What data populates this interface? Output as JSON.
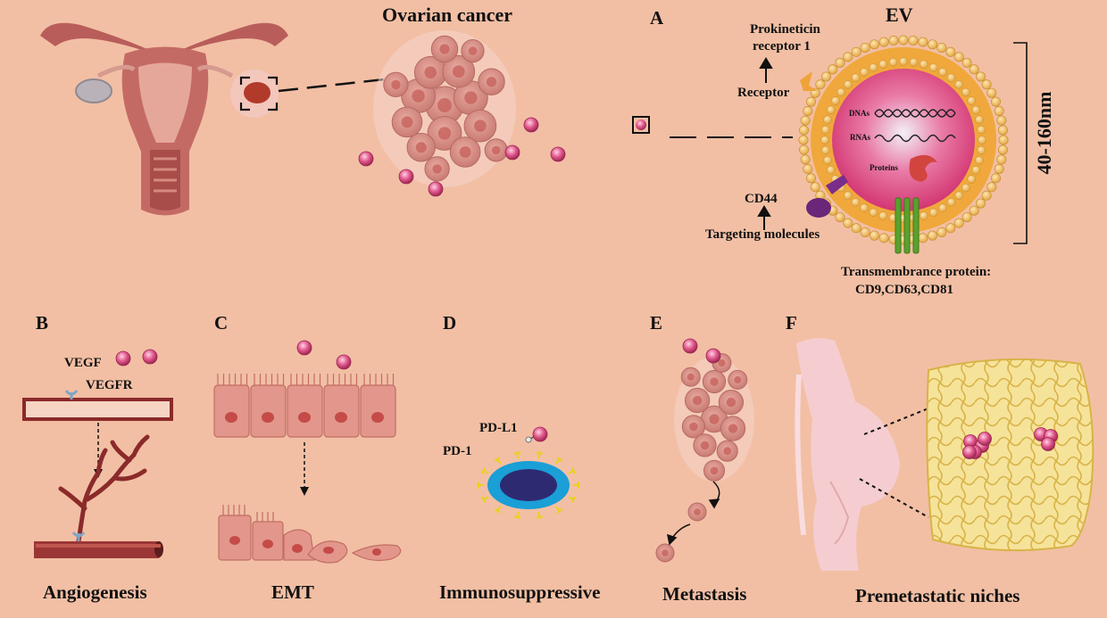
{
  "titles": {
    "ovarian_cancer": "Ovarian cancer",
    "ev": "EV"
  },
  "panels": {
    "a": "A",
    "b": "B",
    "c": "C",
    "d": "D",
    "e": "E",
    "f": "F"
  },
  "ev_diagram": {
    "receptor_name": "Prokineticin receptor 1",
    "receptor_name_line1": "Prokineticin",
    "receptor_name_line2": "receptor 1",
    "receptor": "Receptor",
    "targeting_name": "CD44",
    "targeting": "Targeting molecules",
    "dnas": "DNAs",
    "rnas": "RNAs",
    "proteins": "Proteins",
    "size": "40-160nm",
    "transmembrane_line1": "Transmembrance protein:",
    "transmembrane_line2": "CD9,CD63,CD81"
  },
  "angiogenesis": {
    "vegf": "VEGF",
    "vegfr": "VEGFR",
    "caption": "Angiogenesis"
  },
  "emt": {
    "caption": "EMT"
  },
  "immuno": {
    "pdl1": "PD-L1",
    "pd1": "PD-1",
    "caption": "Immunosuppressive"
  },
  "metastasis": {
    "caption": "Metastasis"
  },
  "premetastatic": {
    "caption": "Premetastatic niches"
  },
  "colors": {
    "background": "#f2bfa4",
    "vesicle": "#e05a8a",
    "membrane": "#f0a83c",
    "vessel": "#8b2a2a",
    "tumor": "#d98a80"
  }
}
